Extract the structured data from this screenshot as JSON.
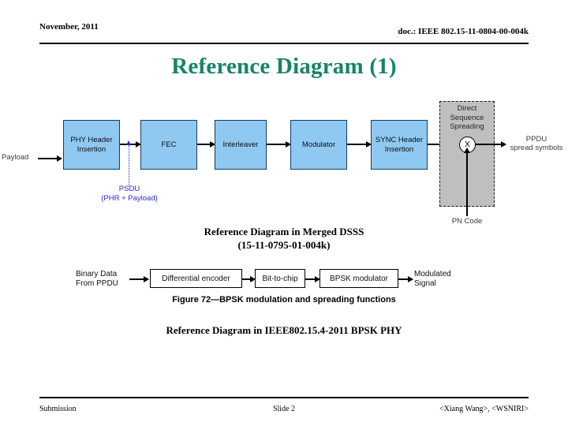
{
  "header": {
    "date": "November, 2011",
    "doc": "doc.: IEEE 802.15-11-0804-00-004k"
  },
  "title": "Reference Diagram (1)",
  "colors": {
    "title_green": "#168466",
    "block_fill": "#8FC9F2",
    "block_border": "#123A6B",
    "annotation_blue": "#2A2AD0",
    "gray_region": "#BFBFBF"
  },
  "diagram1": {
    "input_label": "Payload",
    "blocks": [
      {
        "label": "PHY Header\nInsertion"
      },
      {
        "label": "FEC"
      },
      {
        "label": "Interleaver"
      },
      {
        "label": "Modulator"
      },
      {
        "label": "SYNC\nHeader\nInsertion"
      }
    ],
    "psdu_annotation": "PSDU\n(PHR + Payload)",
    "spreading_region_label": "Direct\nSequence\nSpreading",
    "multiplier_symbol": "X",
    "pn_code_label": "PN Code",
    "output_label": "PPDU\nspread symbols"
  },
  "caption1": "Reference Diagram in Merged DSSS\n(15-11-0795-01-004k)",
  "diagram2": {
    "input_label": "Binary Data\nFrom PPDU",
    "blocks": [
      {
        "label": "Differential encoder"
      },
      {
        "label": "Bit-to-chip"
      },
      {
        "label": "BPSK modulator"
      }
    ],
    "output_label": "Modulated\nSignal",
    "figure_caption": "Figure 72—BPSK modulation and spreading functions"
  },
  "caption2": "Reference Diagram in IEEE802.15.4-2011 BPSK PHY",
  "footer": {
    "left": "Submission",
    "center": "Slide 2",
    "right": "<Xiang Wang>, <WSNIRI>"
  }
}
